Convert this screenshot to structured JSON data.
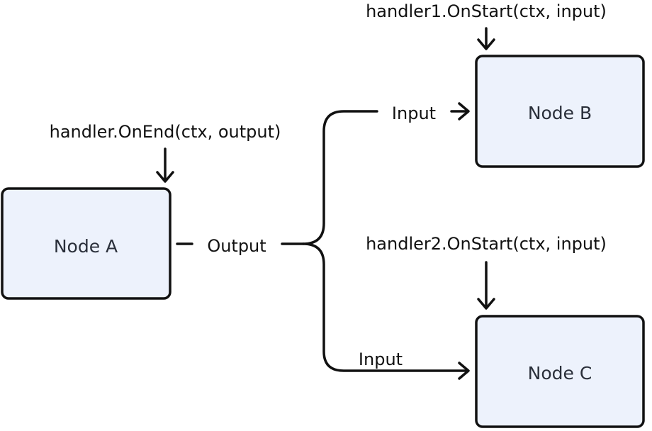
{
  "nodes": {
    "a": {
      "label": "Node A"
    },
    "b": {
      "label": "Node B"
    },
    "c": {
      "label": "Node C"
    }
  },
  "labels": {
    "on_end": "handler.OnEnd(ctx, output)",
    "output": "Output",
    "on_start_1": "handler1.OnStart(ctx, input)",
    "input_b": "Input",
    "on_start_2": "handler2.OnStart(ctx, input)",
    "input_c": "Input"
  },
  "colors": {
    "node_fill": "#edf2fc",
    "stroke": "#111111"
  }
}
